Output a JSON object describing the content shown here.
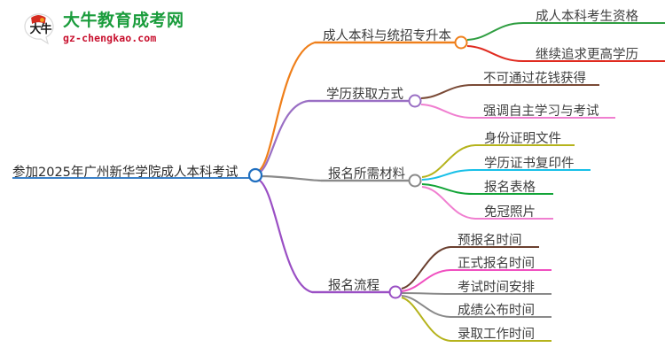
{
  "brand": {
    "logo_icon": "bull-circle-logo",
    "title": "大牛教育成考网",
    "subtitle": "gz-chengkao.com",
    "title_color": "#1a9c3c",
    "subtitle_color": "#c8102e"
  },
  "mindmap": {
    "root": {
      "label": "参加2025年广州新华学院成人本科考试",
      "color": "#1f6fc0",
      "node_icon": "root-node-circle"
    },
    "branches": [
      {
        "label": "成人本科与统招专升本",
        "color": "#ef7f1a",
        "node_icon": "branch-node-circle",
        "children": [
          {
            "label": "成人本科考生资格",
            "color": "#2f9e41"
          },
          {
            "label": "继续追求更高学历",
            "color": "#e02b20"
          }
        ]
      },
      {
        "label": "学历获取方式",
        "color": "#9a6fc4",
        "node_icon": "branch-node-circle",
        "children": [
          {
            "label": "不可通过花钱获得",
            "color": "#7a4a36"
          },
          {
            "label": "强调自主学习与考试",
            "color": "#f07fd0"
          }
        ]
      },
      {
        "label": "报名所需材料",
        "color": "#8a8a8a",
        "node_icon": "branch-node-circle",
        "children": [
          {
            "label": "身份证明文件",
            "color": "#b5b31c"
          },
          {
            "label": "学历证书复印件",
            "color": "#18c0e8"
          },
          {
            "label": "报名表格",
            "color": "#12a437"
          },
          {
            "label": "免冠照片",
            "color": "#f07fd0"
          }
        ]
      },
      {
        "label": "报名流程",
        "color": "#9a4fc4",
        "node_icon": "branch-node-circle",
        "children": [
          {
            "label": "预报名时间",
            "color": "#6b4030"
          },
          {
            "label": "正式报名时间",
            "color": "#f04fc0"
          },
          {
            "label": "考试时间安排",
            "color": "#8a8a8a"
          },
          {
            "label": "成绩公布时间",
            "color": "#8a8a8a"
          },
          {
            "label": "录取工作时间",
            "color": "#b5b31c"
          }
        ]
      }
    ]
  }
}
